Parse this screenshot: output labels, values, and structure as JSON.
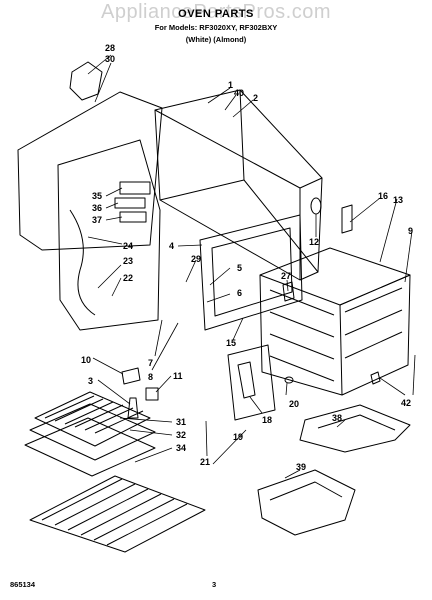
{
  "header": {
    "watermark": "AppliancePartsPros.com",
    "title": "OVEN PARTS",
    "models": "For Models: RF3020XY, RF302BXY",
    "variants": "(White)    (Almond)"
  },
  "footer": {
    "doc_number": "865134",
    "page_number": "3"
  },
  "callouts": [
    "1",
    "2",
    "3",
    "4",
    "5",
    "6",
    "7",
    "8",
    "9",
    "10",
    "11",
    "12",
    "13",
    "15",
    "16",
    "18",
    "19",
    "20",
    "21",
    "22",
    "23",
    "24",
    "27",
    "28",
    "29",
    "30",
    "31",
    "32",
    "34",
    "35",
    "36",
    "37",
    "38",
    "39",
    "40",
    "42"
  ]
}
